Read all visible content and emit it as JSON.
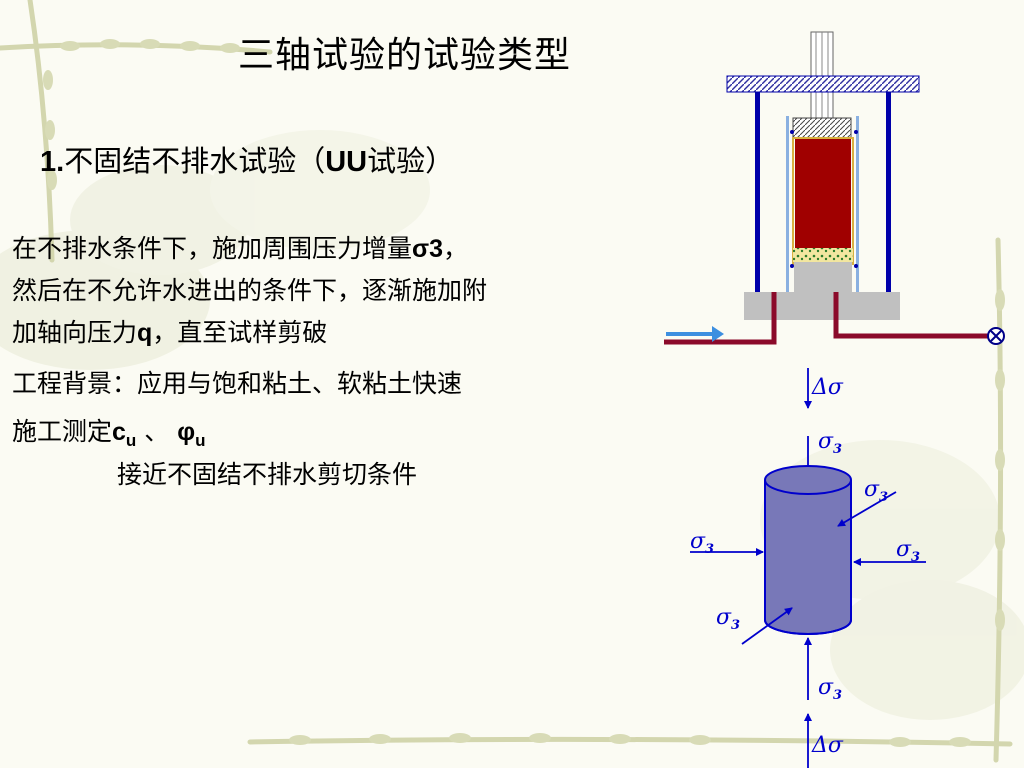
{
  "title": "三轴试验的试验类型",
  "section": {
    "number": "1.",
    "name": "不固结不排水试验（",
    "abbr": "UU",
    "name_suffix": "试验）"
  },
  "description": {
    "line1_text": "在不排水条件下，施加周围压力增量",
    "line1_symbol": "σ3",
    "line1_tail": "，",
    "line2": "然后在不允许水进出的条件下，逐渐施加附",
    "line3_text": "加轴向压力",
    "line3_symbol": "q",
    "line3_tail": "，直至试样剪破"
  },
  "background_line": "工程背景：应用与饱和粘土、软粘土快速",
  "measure": {
    "prefix": "施工测定",
    "c_symbol": "c",
    "c_sub": "u",
    "separator": " 、 ",
    "phi_symbol": "φ",
    "phi_sub": "u"
  },
  "conclusion": "接近不固结不排水剪切条件",
  "stress_diagram": {
    "delta_sigma_top": "Δσ",
    "delta_sigma_bottom": "Δσ",
    "sigma_symbol": "σ",
    "sigma_sub": "3"
  },
  "colors": {
    "frame_blue": "#0000aa",
    "sample_red": "#a00000",
    "pipe_red": "#8b0a2a",
    "arrow_blue": "#3d8fe0",
    "cylinder": "#7878b8",
    "label_blue": "#0000cc",
    "base_gray": "#c0c0c0"
  }
}
